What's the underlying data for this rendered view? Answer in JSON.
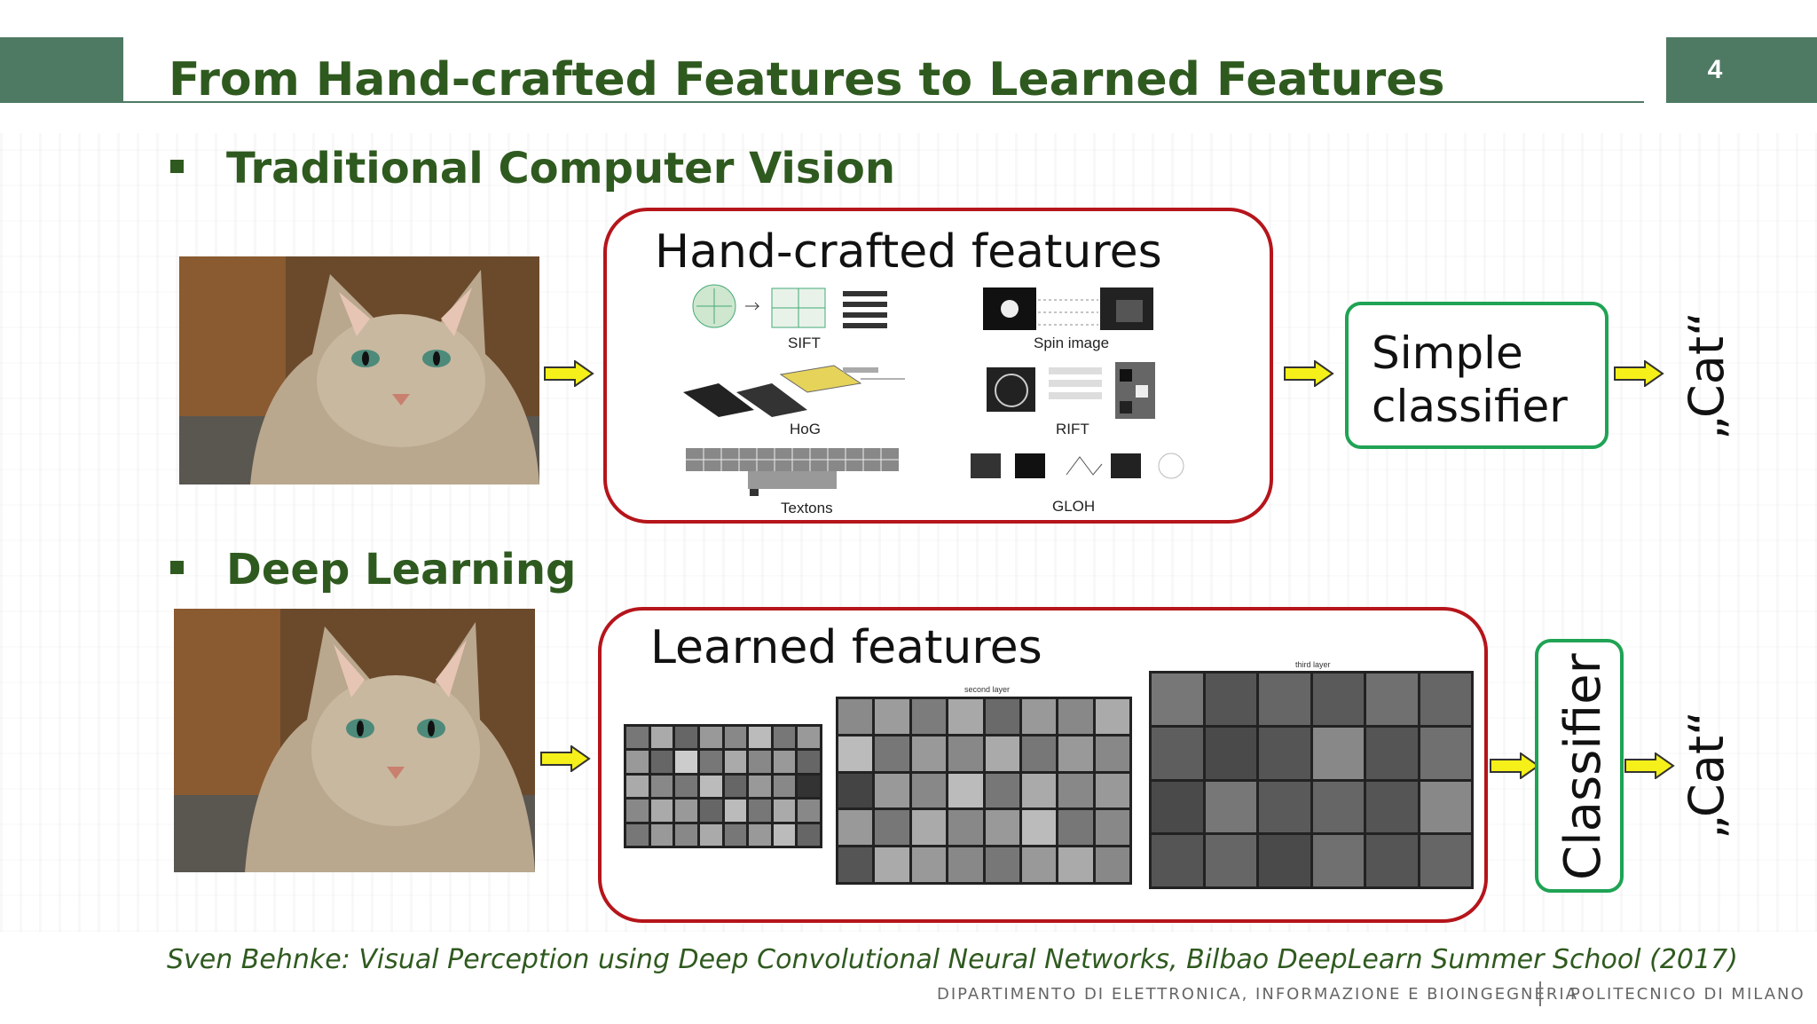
{
  "slide": {
    "title": "From Hand-crafted Features to Learned Features",
    "page_number": "4",
    "brand_color": "#4e7a63",
    "title_color": "#2f5a1f"
  },
  "section1": {
    "bullet": "Traditional Computer Vision",
    "box_title": "Hand-crafted features",
    "features": [
      "SIFT",
      "Spin image",
      "HoG",
      "RIFT",
      "Textons",
      "GLOH"
    ],
    "classifier_line1": "Simple",
    "classifier_line2": "classifier",
    "output": "„Cat“"
  },
  "section2": {
    "bullet": "Deep Learning",
    "box_title": "Learned features",
    "layer2_label": "second layer",
    "layer3_label": "third layer",
    "classifier": "Classifier",
    "output": "„Cat“"
  },
  "citation": "Sven Behnke: Visual Perception using Deep Convolutional Neural Networks, Bilbao DeepLearn Summer School (2017)",
  "footer": {
    "department": "DIPARTIMENTO DI ELETTRONICA, INFORMAZIONE E BIOINGEGNERIA",
    "university": "POLITECNICO DI MILANO"
  },
  "colors": {
    "red_box": "#b5151b",
    "green_box": "#1fa354",
    "arrow_fill": "#f5f01a"
  }
}
